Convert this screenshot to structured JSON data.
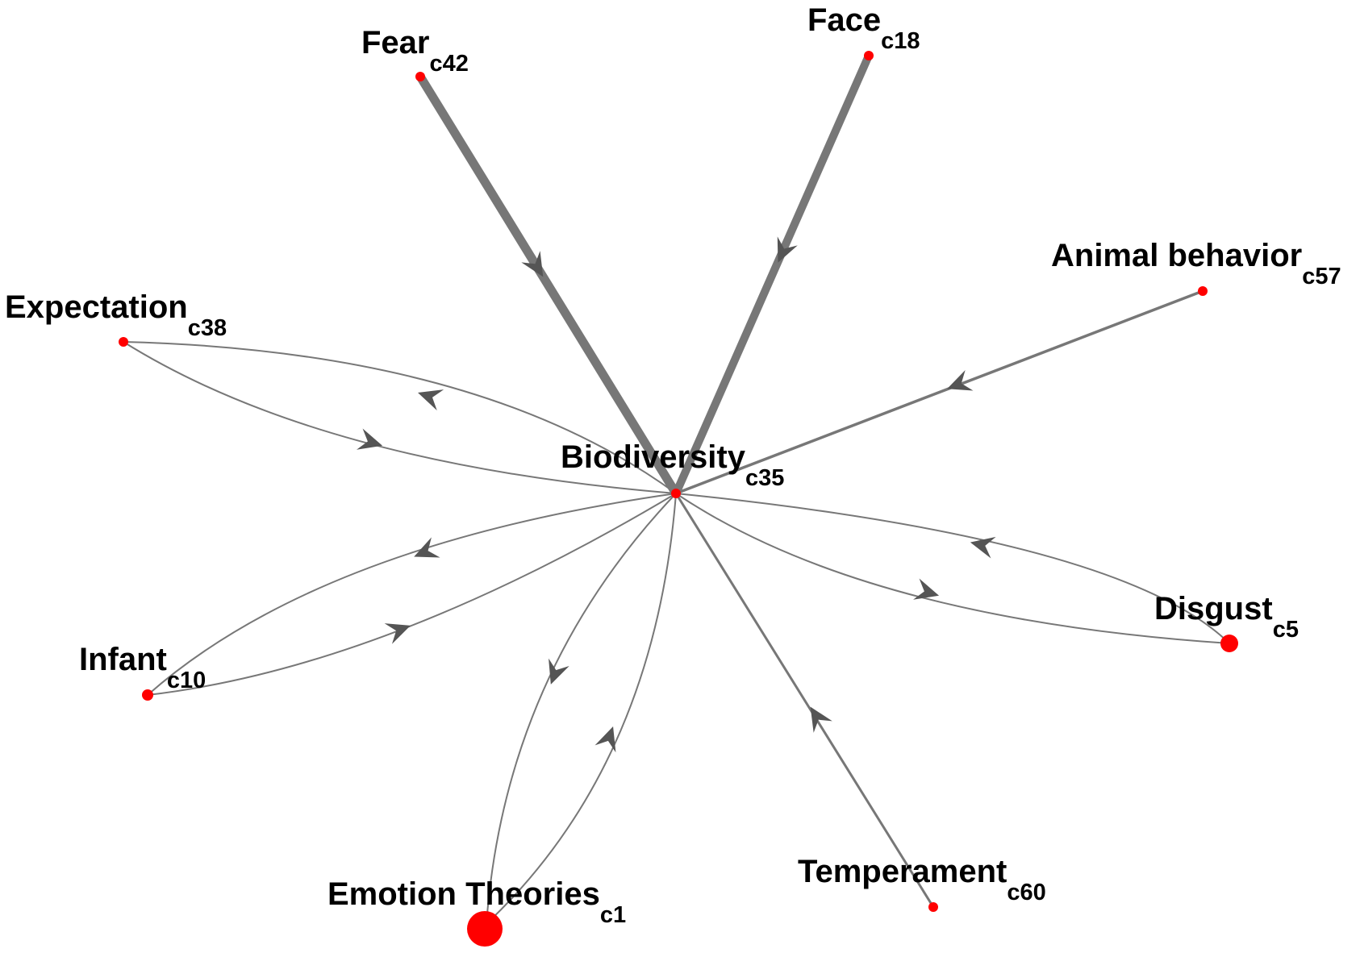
{
  "colors": {
    "edge": "#777777",
    "arrow": "#555555",
    "node": "#ff0000",
    "label": "#000000",
    "background": "#ffffff"
  },
  "nodes": [
    {
      "id": "c35",
      "label": "Biodiversity",
      "cluster": "c35",
      "size": "small"
    },
    {
      "id": "c42",
      "label": "Fear",
      "cluster": "c42",
      "size": "small"
    },
    {
      "id": "c18",
      "label": "Face",
      "cluster": "c18",
      "size": "small"
    },
    {
      "id": "c57",
      "label": "Animal behavior",
      "cluster": "c57",
      "size": "small"
    },
    {
      "id": "c38",
      "label": "Expectation",
      "cluster": "c38",
      "size": "small"
    },
    {
      "id": "c5",
      "label": "Disgust",
      "cluster": "c5",
      "size": "medium"
    },
    {
      "id": "c10",
      "label": "Infant",
      "cluster": "c10",
      "size": "small"
    },
    {
      "id": "c1",
      "label": "Emotion Theories",
      "cluster": "c1",
      "size": "large"
    },
    {
      "id": "c60",
      "label": "Temperament",
      "cluster": "c60",
      "size": "small"
    }
  ],
  "edges": [
    {
      "source": "c42",
      "target": "c35",
      "weight": "heavy"
    },
    {
      "source": "c18",
      "target": "c35",
      "weight": "heavy"
    },
    {
      "source": "c57",
      "target": "c35",
      "weight": "medium"
    },
    {
      "source": "c35",
      "target": "c38",
      "weight": "light"
    },
    {
      "source": "c38",
      "target": "c35",
      "weight": "light"
    },
    {
      "source": "c5",
      "target": "c35",
      "weight": "light"
    },
    {
      "source": "c35",
      "target": "c5",
      "weight": "light"
    },
    {
      "source": "c35",
      "target": "c10",
      "weight": "light"
    },
    {
      "source": "c10",
      "target": "c35",
      "weight": "light"
    },
    {
      "source": "c35",
      "target": "c1",
      "weight": "light"
    },
    {
      "source": "c1",
      "target": "c35",
      "weight": "light"
    },
    {
      "source": "c60",
      "target": "c35",
      "weight": "medium"
    }
  ]
}
